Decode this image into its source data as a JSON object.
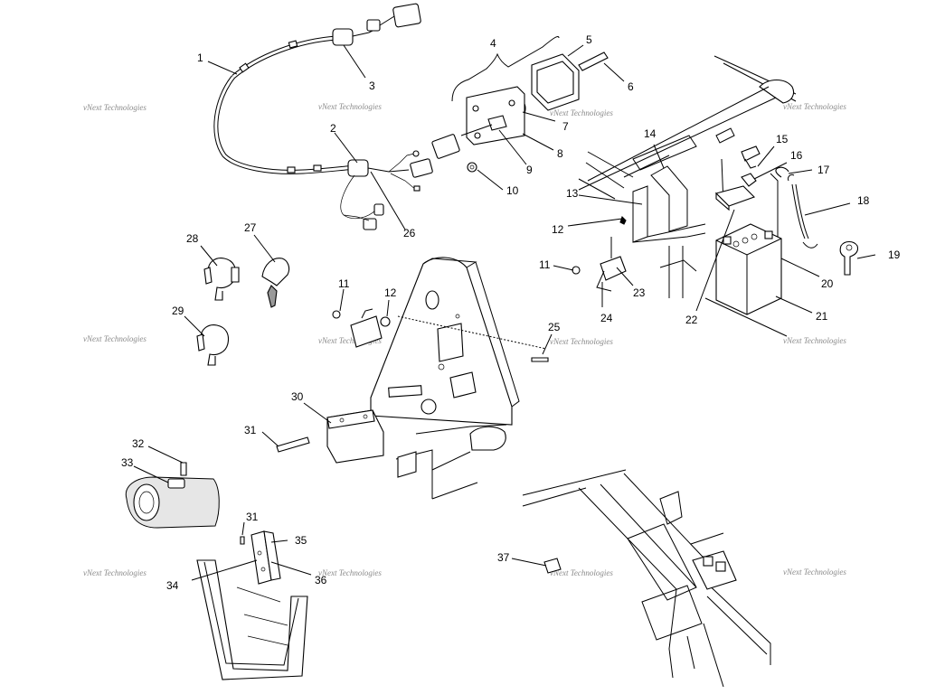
{
  "callouts": [
    {
      "id": "c1",
      "label": "1"
    },
    {
      "id": "c2",
      "label": "2"
    },
    {
      "id": "c3",
      "label": "3"
    },
    {
      "id": "c4",
      "label": "4"
    },
    {
      "id": "c5",
      "label": "5"
    },
    {
      "id": "c6",
      "label": "6"
    },
    {
      "id": "c7",
      "label": "7"
    },
    {
      "id": "c8",
      "label": "8"
    },
    {
      "id": "c9",
      "label": "9"
    },
    {
      "id": "c10",
      "label": "10"
    },
    {
      "id": "c11a",
      "label": "11"
    },
    {
      "id": "c11b",
      "label": "11"
    },
    {
      "id": "c12a",
      "label": "12"
    },
    {
      "id": "c12b",
      "label": "12"
    },
    {
      "id": "c13",
      "label": "13"
    },
    {
      "id": "c14",
      "label": "14"
    },
    {
      "id": "c15",
      "label": "15"
    },
    {
      "id": "c16",
      "label": "16"
    },
    {
      "id": "c17",
      "label": "17"
    },
    {
      "id": "c18",
      "label": "18"
    },
    {
      "id": "c19",
      "label": "19"
    },
    {
      "id": "c20",
      "label": "20"
    },
    {
      "id": "c21",
      "label": "21"
    },
    {
      "id": "c22",
      "label": "22"
    },
    {
      "id": "c23",
      "label": "23"
    },
    {
      "id": "c24",
      "label": "24"
    },
    {
      "id": "c25",
      "label": "25"
    },
    {
      "id": "c26",
      "label": "26"
    },
    {
      "id": "c27",
      "label": "27"
    },
    {
      "id": "c28",
      "label": "28"
    },
    {
      "id": "c29",
      "label": "29"
    },
    {
      "id": "c30",
      "label": "30"
    },
    {
      "id": "c31a",
      "label": "31"
    },
    {
      "id": "c31b",
      "label": "31"
    },
    {
      "id": "c32",
      "label": "32"
    },
    {
      "id": "c33",
      "label": "33"
    },
    {
      "id": "c34",
      "label": "34"
    },
    {
      "id": "c35",
      "label": "35"
    },
    {
      "id": "c36",
      "label": "36"
    },
    {
      "id": "c37",
      "label": "37"
    }
  ],
  "watermark": {
    "text": "vNext Technologies"
  }
}
